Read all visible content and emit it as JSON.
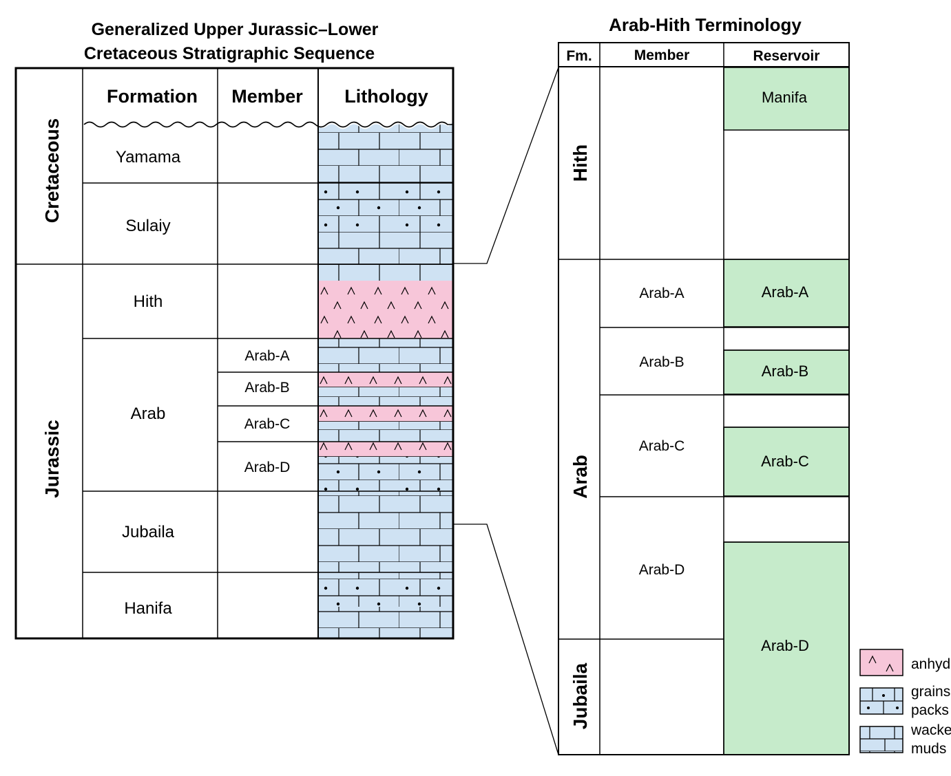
{
  "left_chart": {
    "title_line1": "Generalized Upper Jurassic–Lower",
    "title_line2": "Cretaceous Stratigraphic Sequence",
    "headers": {
      "formation": "Formation",
      "member": "Member",
      "lithology": "Lithology"
    },
    "periods": [
      {
        "key": "cretaceous",
        "label": "Cretaceous"
      },
      {
        "key": "jurassic",
        "label": "Jurassic"
      }
    ],
    "formations": [
      {
        "key": "yamama",
        "label": "Yamama"
      },
      {
        "key": "sulaiy",
        "label": "Sulaiy"
      },
      {
        "key": "hith",
        "label": "Hith"
      },
      {
        "key": "arab",
        "label": "Arab"
      },
      {
        "key": "jubaila",
        "label": "Jubaila"
      },
      {
        "key": "hanifa",
        "label": "Hanifa"
      }
    ],
    "members": [
      {
        "key": "arab-a",
        "label": "Arab-A"
      },
      {
        "key": "arab-b",
        "label": "Arab-B"
      },
      {
        "key": "arab-c",
        "label": "Arab-C"
      },
      {
        "key": "arab-d",
        "label": "Arab-D"
      }
    ]
  },
  "right_chart": {
    "title": "Arab-Hith Terminology",
    "headers": {
      "fm": "Fm.",
      "member": "Member",
      "reservoir": "Reservoir"
    },
    "formations": [
      {
        "key": "hith",
        "label": "Hith"
      },
      {
        "key": "arab",
        "label": "Arab"
      },
      {
        "key": "jubaila",
        "label": "Jubaila"
      }
    ],
    "members": [
      {
        "key": "arab-a",
        "label": "Arab-A"
      },
      {
        "key": "arab-b",
        "label": "Arab-B"
      },
      {
        "key": "arab-c",
        "label": "Arab-C"
      },
      {
        "key": "arab-d",
        "label": "Arab-D"
      }
    ],
    "reservoirs": [
      {
        "key": "manifa",
        "label": "Manifa"
      },
      {
        "key": "arab-a",
        "label": "Arab-A"
      },
      {
        "key": "arab-b",
        "label": "Arab-B"
      },
      {
        "key": "arab-c",
        "label": "Arab-C"
      },
      {
        "key": "arab-d",
        "label": "Arab-D"
      }
    ]
  },
  "legend": {
    "items": [
      {
        "key": "anhydrite",
        "line1": "anhyd",
        "line2": ""
      },
      {
        "key": "grainstone",
        "line1": "grains",
        "line2": "packs"
      },
      {
        "key": "wackestone",
        "line1": "wacke",
        "line2": "muds"
      }
    ]
  },
  "colors": {
    "limestone": "#cfe2f3",
    "anhydrite": "#f7c6d9",
    "reservoir": "#c6ebcb",
    "line": "#000000"
  }
}
